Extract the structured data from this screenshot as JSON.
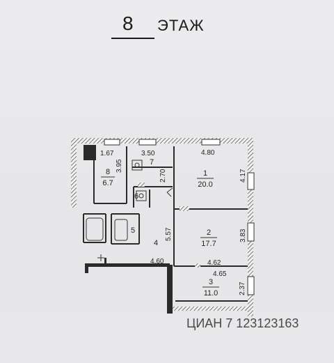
{
  "header": {
    "floor_number": "8",
    "floor_word": "ЭТАЖ"
  },
  "rooms": [
    {
      "id": "1",
      "area": "20.0"
    },
    {
      "id": "2",
      "area": "17.7"
    },
    {
      "id": "3",
      "area": "11.0"
    },
    {
      "id": "4",
      "area": ""
    },
    {
      "id": "5",
      "area": ""
    },
    {
      "id": "6",
      "area": ""
    },
    {
      "id": "7",
      "area": ""
    },
    {
      "id": "8",
      "area": "6.7"
    }
  ],
  "dimensions": {
    "d_1_67": "1.67",
    "d_3_50": "3.50",
    "d_4_80": "4.80",
    "d_3_95": "3.95",
    "d_2_70": "2.70",
    "d_4_17": "4.17",
    "d_5_57": "5.57",
    "d_3_83": "3.83",
    "d_4_62": "4.62",
    "d_4_60": "4.60",
    "d_4_65": "4.65",
    "d_2_37": "2.37"
  },
  "watermark": {
    "text": "ЦИАН  7  123123163"
  },
  "colors": {
    "paper": "#e9e9eb",
    "ink": "#2a2a2a"
  }
}
